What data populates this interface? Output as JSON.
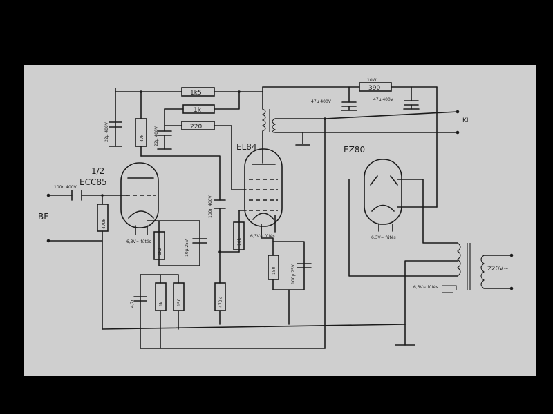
{
  "colors": {
    "background": "#000000",
    "paper": "#cfcfcf",
    "ink": "#1c1c1c"
  },
  "tubes": {
    "preamp_fraction": "1/2",
    "preamp": "ECC85",
    "power": "EL84",
    "rectifier": "EZ80"
  },
  "terminals": {
    "input": "BE",
    "speaker": "KI",
    "mains": "220V~"
  },
  "resistors": {
    "plate_ecc85": "47k",
    "top_supply": "1k5",
    "mid_supply": "1k",
    "grid_stop": "220",
    "grid_leak_in": "470k",
    "cathode_ecc85": "1k2",
    "el84_grid": "10k",
    "el84_cathode": "150",
    "filter_supply": "390",
    "bottom_a": "1k",
    "bottom_b": "150",
    "bottom_c": "470k"
  },
  "capacitors": {
    "input_cap": "100n 400V",
    "coupling_cap": "100n 400V",
    "supply_a": "22µ 400V",
    "supply_b": "22µ 400V",
    "cathode_bypass_ecc85": "10µ 25V",
    "cathode_bypass_el84": "100µ 25V",
    "filter_a": "47µ 400V",
    "filter_b": "47µ 400V",
    "bottom_cap": "4,7n",
    "filter_top_note": "10W"
  },
  "heaters": {
    "ecc85": "6,3V~ fűtés",
    "el84": "6,3V~ fűtés",
    "ez80": "6,3V~ fűtés",
    "transformer": "6,3V~ fűtés"
  }
}
